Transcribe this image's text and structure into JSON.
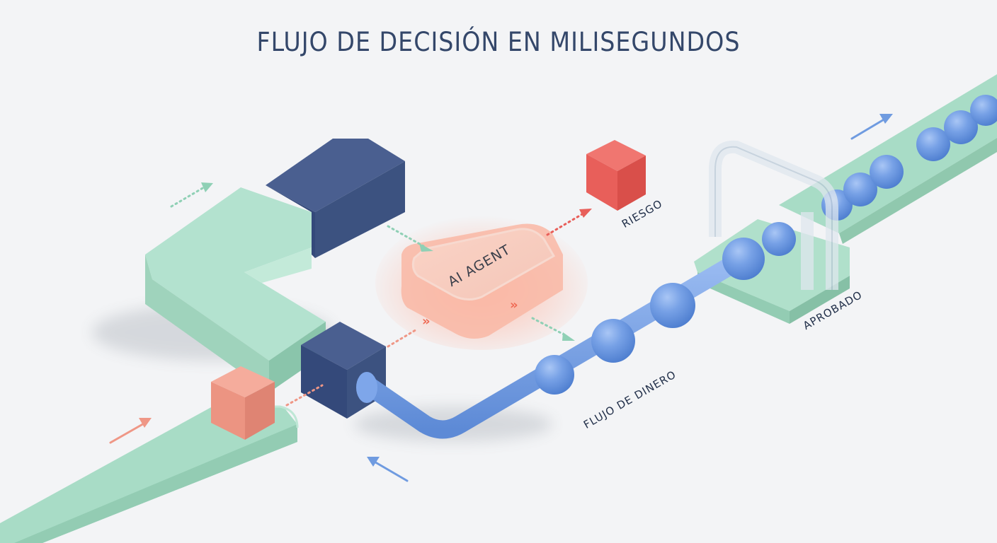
{
  "title": "FLUJO DE DECISIÓN EN MILISEGUNDOS",
  "nodes": {
    "agent": {
      "label": "AI AGENT",
      "color": "#f7a592",
      "icon": "double-chevron-icon"
    },
    "risk": {
      "label": "RIESGO",
      "color": "#e85f5a"
    },
    "money_flow": {
      "label": "FLUJO DE DINERO",
      "color": "#6f9be0"
    },
    "approved": {
      "label": "APROBADO",
      "gate": "glass-gate"
    }
  },
  "colors": {
    "background": "#f3f4f6",
    "mint": "#a8dcc6",
    "mint_dark": "#8cc4ab",
    "navy": "#3c5280",
    "navy_dark": "#2f4370",
    "coral": "#ef9786",
    "red": "#e85f5a",
    "blue": "#6f9be0",
    "title_text": "#34476a"
  },
  "arrows": [
    {
      "name": "mint-dotted-arrow-top-left",
      "color": "#8fd0b5"
    },
    {
      "name": "mint-dotted-arrow-to-agent",
      "color": "#8fd0b5"
    },
    {
      "name": "red-dotted-arrow-to-risk",
      "color": "#e85f5a"
    },
    {
      "name": "mint-dotted-arrow-to-pipe",
      "color": "#8fd0b5"
    },
    {
      "name": "coral-dotted-arrow-to-agent",
      "color": "#ef9786"
    },
    {
      "name": "coral-arrow-bottom-left",
      "color": "#ef9786"
    },
    {
      "name": "blue-arrow-bottom",
      "color": "#6f9be0"
    },
    {
      "name": "blue-arrow-top-right",
      "color": "#6f9be0"
    }
  ]
}
